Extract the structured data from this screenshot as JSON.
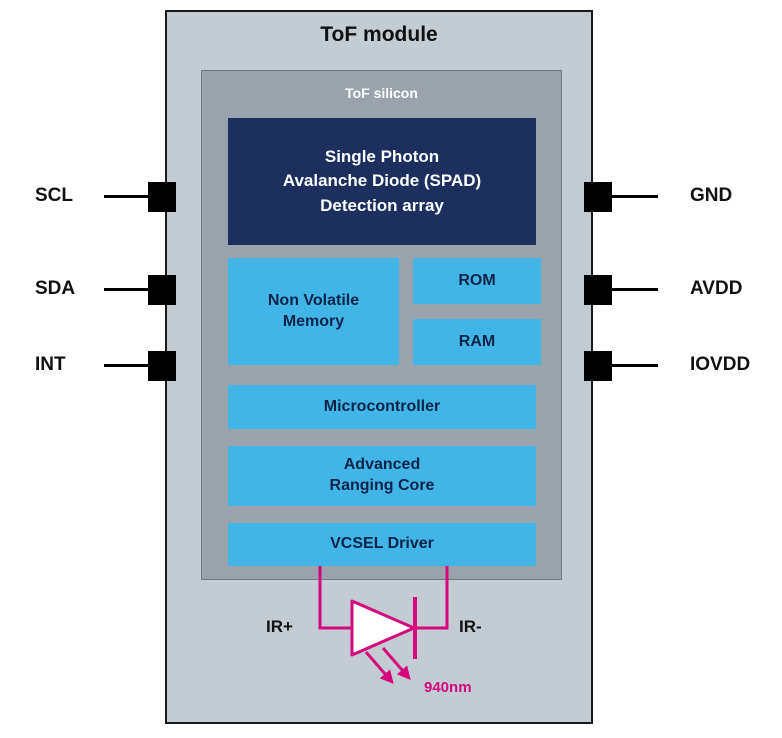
{
  "diagram": {
    "module_title": "ToF module",
    "silicon_title": "ToF silicon"
  },
  "blocks": {
    "spad": "Single Photon\nAvalanche Diode (SPAD)\nDetection array",
    "nvm": "Non Volatile\nMemory",
    "rom": "ROM",
    "ram": "RAM",
    "mcu": "Microcontroller",
    "ranging": "Advanced\nRanging Core",
    "vcsel_driver": "VCSEL Driver"
  },
  "pins": {
    "left": [
      "SCL",
      "SDA",
      "INT"
    ],
    "right": [
      "GND",
      "AVDD",
      "IOVDD"
    ]
  },
  "vcsel": {
    "anode_label": "IR+",
    "cathode_label": "IR-",
    "wavelength": "940nm"
  },
  "colors": {
    "module_bg": "#c4ccd3",
    "silicon_bg": "#9aa3ab",
    "spad_bg": "#1c2f5f",
    "block_bg": "#41b6e6",
    "block_text": "#0b2447",
    "pin_black": "#000000",
    "magenta": "#d4087c"
  }
}
